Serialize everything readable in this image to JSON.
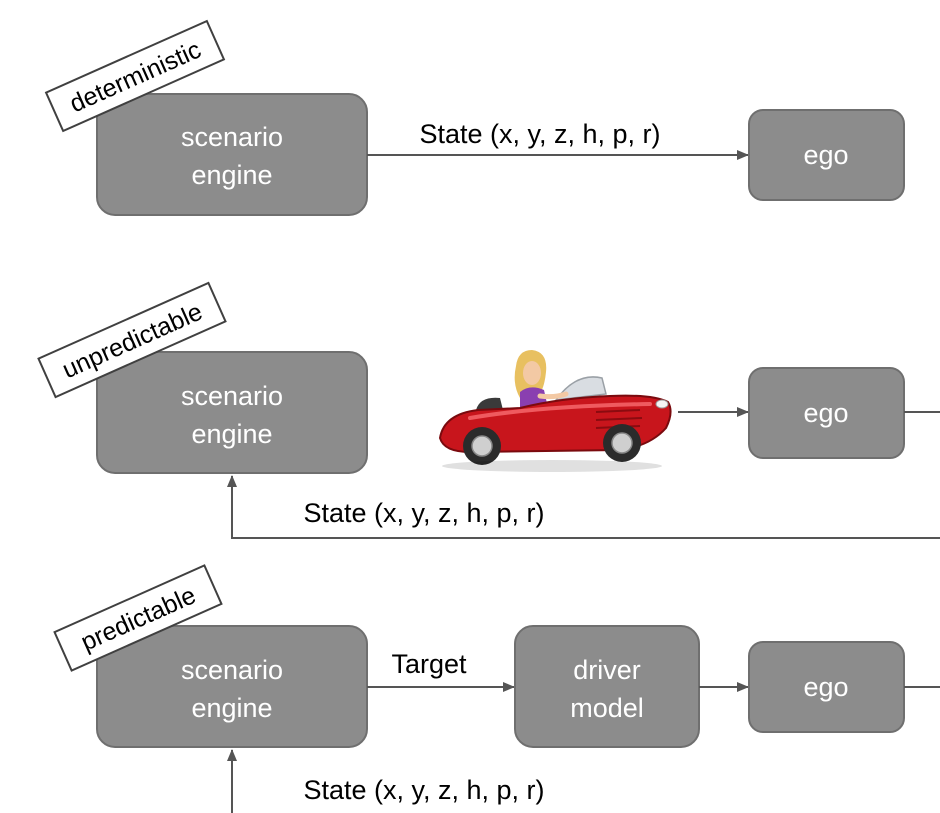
{
  "colors": {
    "box_fill": "#8c8c8c",
    "box_text": "#ffffff",
    "line": "#555555"
  },
  "row1": {
    "tag": "deterministic",
    "engine": [
      "scenario",
      "engine"
    ],
    "arrow_label": "State (x, y, z, h, p, r)",
    "ego": "ego"
  },
  "row2": {
    "tag": "unpredictable",
    "engine": [
      "scenario",
      "engine"
    ],
    "car_icon": "convertible-car-with-driver",
    "ego": "ego",
    "feedback_label": "State (x, y, z, h, p, r)"
  },
  "row3": {
    "tag": "predictable",
    "engine": [
      "scenario",
      "engine"
    ],
    "target_label": "Target",
    "driver_model": [
      "driver",
      "model"
    ],
    "ego": "ego",
    "feedback_label": "State (x, y, z, h, p, r)"
  }
}
